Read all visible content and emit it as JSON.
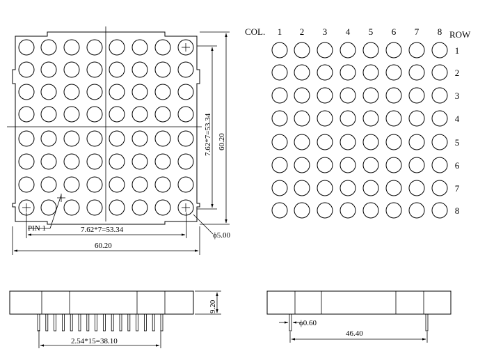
{
  "front_view": {
    "rows": 8,
    "cols": 8,
    "height_dim": "60.20",
    "pitch_dim_vertical": "7.62*7=53.34",
    "pitch_dim_horizontal": "7.62*7=53.34",
    "width_dim": "60.20",
    "pin_label": "PIN 1",
    "dot_dim": "ϕ5.00"
  },
  "matrix_view": {
    "col_header": "COL.",
    "row_header": "ROW",
    "col_labels": [
      "1",
      "2",
      "3",
      "4",
      "5",
      "6",
      "7",
      "8"
    ],
    "row_labels": [
      "1",
      "2",
      "3",
      "4",
      "5",
      "6",
      "7",
      "8"
    ]
  },
  "side_view_left": {
    "height_dim": "9.20",
    "pin_pitch_dim": "2.54*15=38.10",
    "pin_count": 16
  },
  "side_view_right": {
    "pin_diameter_dim": "ϕ0.60",
    "pin_span_dim": "46.40"
  }
}
